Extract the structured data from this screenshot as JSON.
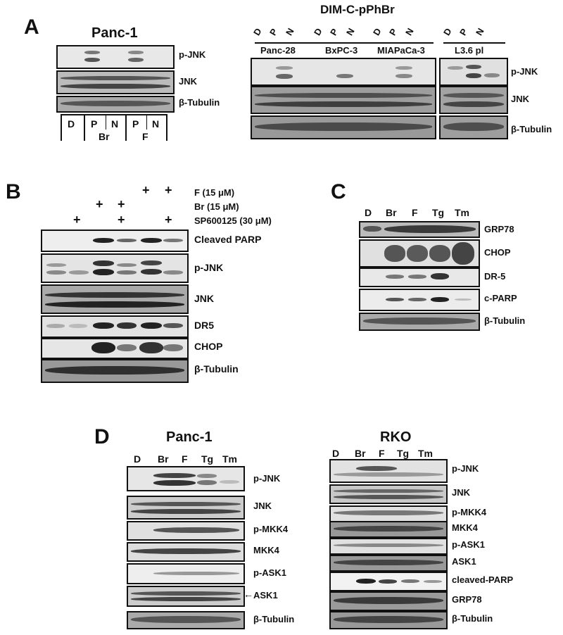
{
  "panels": {
    "A": {
      "letter": "A",
      "left_title": "Panc-1",
      "compound_title": "DIM-C-pPhBr",
      "left_rows": [
        "p-JNK",
        "JNK",
        "β-Tubulin"
      ],
      "left_lanes": [
        "D",
        "P",
        "N",
        "P",
        "N"
      ],
      "left_groups": [
        "Br",
        "F"
      ],
      "right_lanes": [
        "D",
        "P",
        "N"
      ],
      "right_cells": [
        "Panc-28",
        "BxPC-3",
        "MIAPaCa-3",
        "L3.6 pl"
      ],
      "right_rows": [
        "p-JNK",
        "JNK",
        "β-Tubulin"
      ]
    },
    "B": {
      "letter": "B",
      "treatments": [
        "F (15 μM)",
        "Br (15 μM)",
        "SP600125 (30 μM)"
      ],
      "plus_sign": "+",
      "rows": [
        "Cleaved PARP",
        "p-JNK",
        "JNK",
        "DR5",
        "CHOP",
        "β-Tubulin"
      ]
    },
    "C": {
      "letter": "C",
      "lanes": [
        "D",
        "Br",
        "F",
        "Tg",
        "Tm"
      ],
      "rows": [
        "GRP78",
        "CHOP",
        "DR-5",
        "c-PARP",
        "β-Tubulin"
      ]
    },
    "D": {
      "letter": "D",
      "left_title": "Panc-1",
      "right_title": "RKO",
      "lanes": [
        "D",
        "Br",
        "F",
        "Tg",
        "Tm"
      ],
      "left_rows": [
        "p-JNK",
        "JNK",
        "p-MKK4",
        "MKK4",
        "p-ASK1",
        "ASK1",
        "β-Tubulin"
      ],
      "right_rows": [
        "p-JNK",
        "JNK",
        "p-MKK4",
        "MKK4",
        "p-ASK1",
        "ASK1",
        "cleaved-PARP",
        "GRP78",
        "β-Tubulin"
      ]
    }
  }
}
